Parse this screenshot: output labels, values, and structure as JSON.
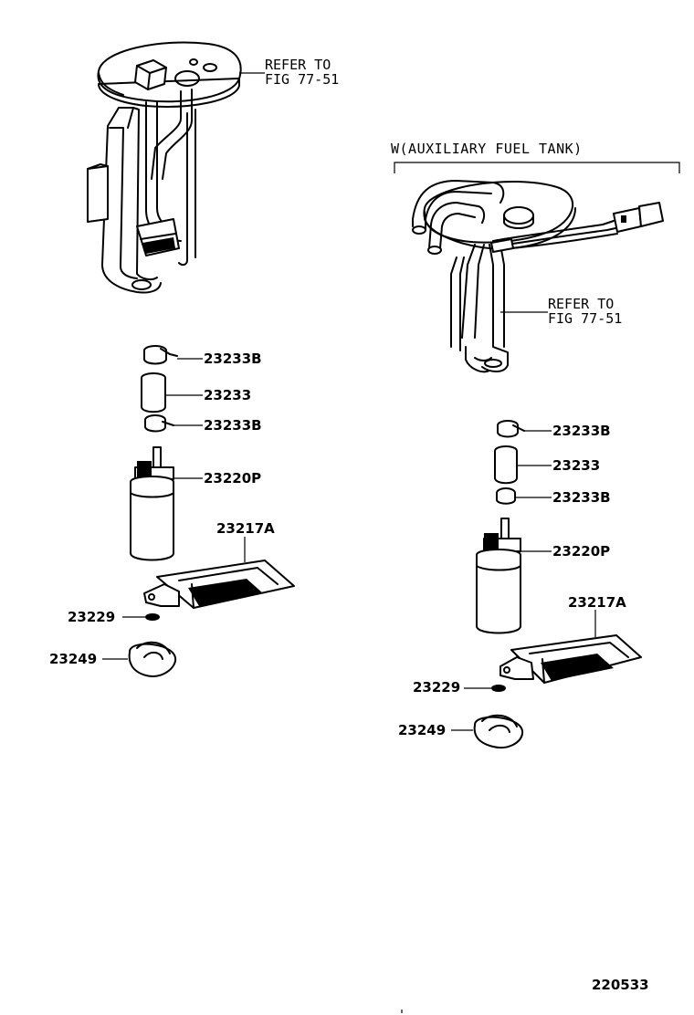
{
  "diagram_id": "220533",
  "left_assembly": {
    "refer_line1": "REFER TO",
    "refer_line2": "FIG 77-51",
    "parts": {
      "clamp_top": "23233B",
      "hose": "23233",
      "clamp_bottom": "23233B",
      "pump": "23220P",
      "filter": "23217A",
      "washer": "23229",
      "cushion": "23249"
    }
  },
  "right_assembly": {
    "header": "W(AUXILIARY FUEL TANK)",
    "refer_line1": "REFER TO",
    "refer_line2": "FIG 77-51",
    "parts": {
      "clamp_top": "23233B",
      "hose": "23233",
      "clamp_bottom": "23233B",
      "pump": "23220P",
      "filter": "23217A",
      "washer": "23229",
      "cushion": "23249"
    }
  }
}
